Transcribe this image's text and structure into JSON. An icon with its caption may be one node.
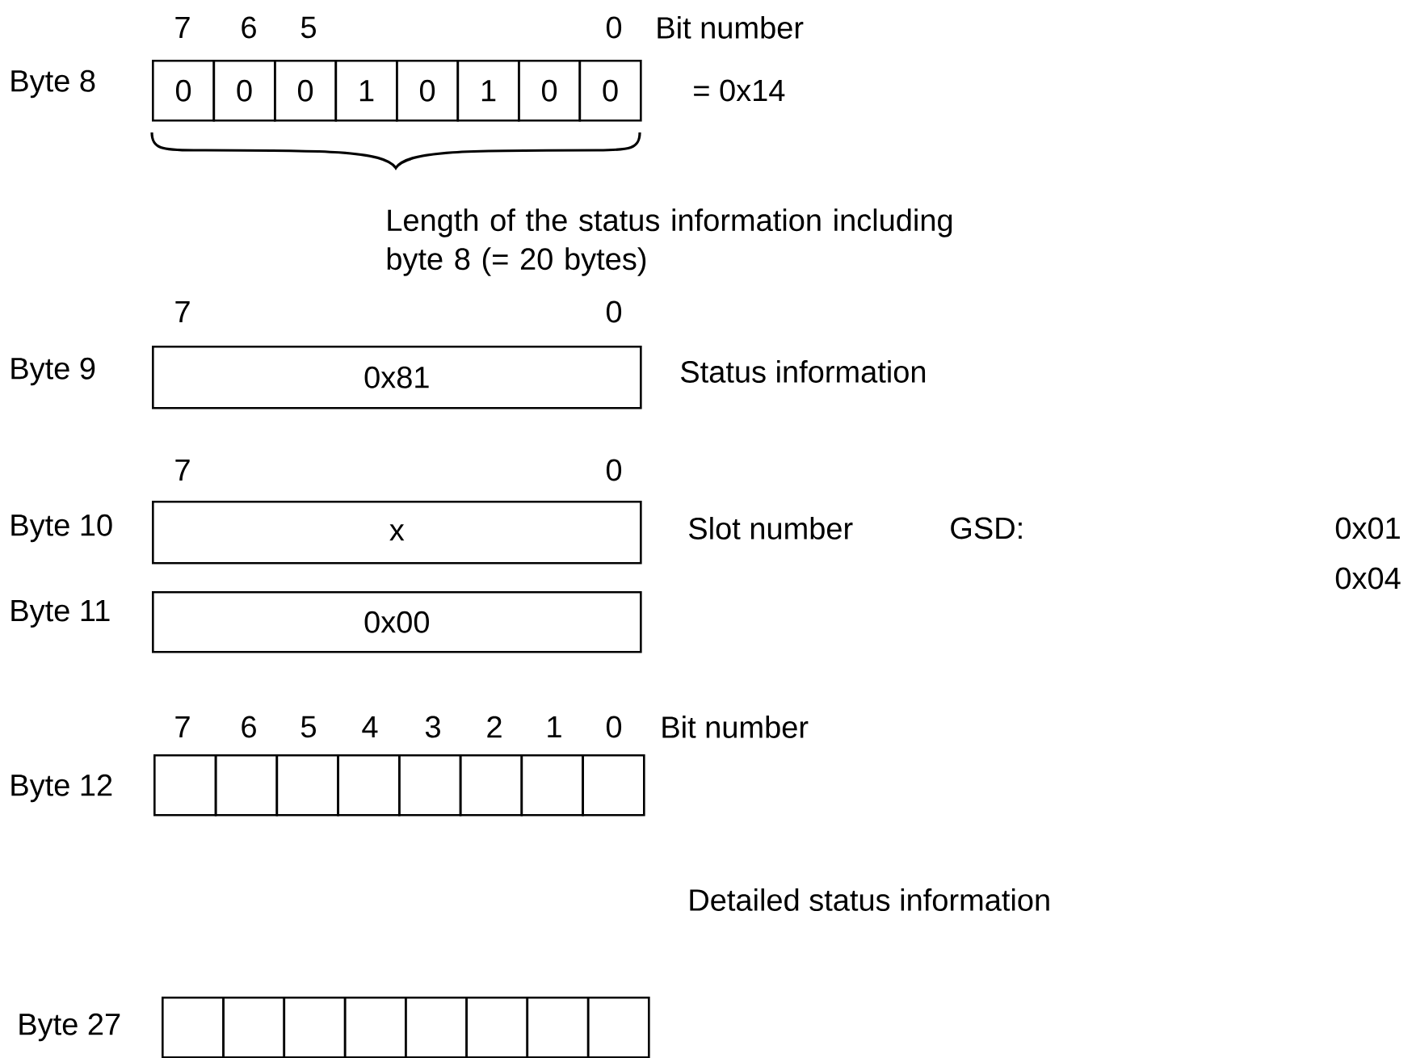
{
  "diagram": {
    "nodes": [
      {
        "text": [
          "0"
        ]
      },
      {
        "text": [
          "0"
        ]
      },
      {
        "text": [
          "0"
        ]
      },
      {
        "text": [
          "1"
        ]
      },
      {
        "text": [
          "0"
        ]
      },
      {
        "text": [
          "1"
        ]
      },
      {
        "text": [
          "0"
        ]
      },
      {
        "text": [
          "0"
        ]
      },
      {
        "text": [
          "0x81"
        ]
      },
      {
        "text": [
          "x"
        ]
      },
      {
        "text": [
          "0x00"
        ]
      },
      {
        "text": [],
        "shape": "box"
      },
      {
        "text": [],
        "shape": "box"
      },
      {
        "text": [],
        "shape": "box"
      },
      {
        "text": [],
        "shape": "box"
      },
      {
        "text": [],
        "shape": "box"
      },
      {
        "text": [],
        "shape": "box"
      },
      {
        "text": [],
        "shape": "box"
      },
      {
        "text": [],
        "shape": "box"
      },
      {
        "text": [],
        "shape": "box"
      },
      {
        "text": [],
        "shape": "box"
      },
      {
        "text": [],
        "shape": "box"
      },
      {
        "text": [],
        "shape": "box"
      },
      {
        "text": [],
        "shape": "box"
      },
      {
        "text": [],
        "shape": "box"
      },
      {
        "text": [],
        "shape": "box"
      },
      {
        "text": [],
        "shape": "box"
      }
    ],
    "labels": [
      "7",
      "6",
      "5",
      "0",
      "Bit number",
      "Byte 8",
      "= 0x14",
      "Length of the status information including byte 8 (= 20 bytes)",
      "7",
      "0",
      "Byte 9",
      "Status information",
      "7",
      "0",
      "Byte 10",
      "Slot number",
      "GSD:",
      "0x01",
      "0x04",
      "Byte 11",
      "7",
      "6",
      "5",
      "4",
      "3",
      "2",
      "1",
      "0",
      "Bit number",
      "Byte 12",
      "Detailed status information",
      "Byte 27"
    ]
  }
}
